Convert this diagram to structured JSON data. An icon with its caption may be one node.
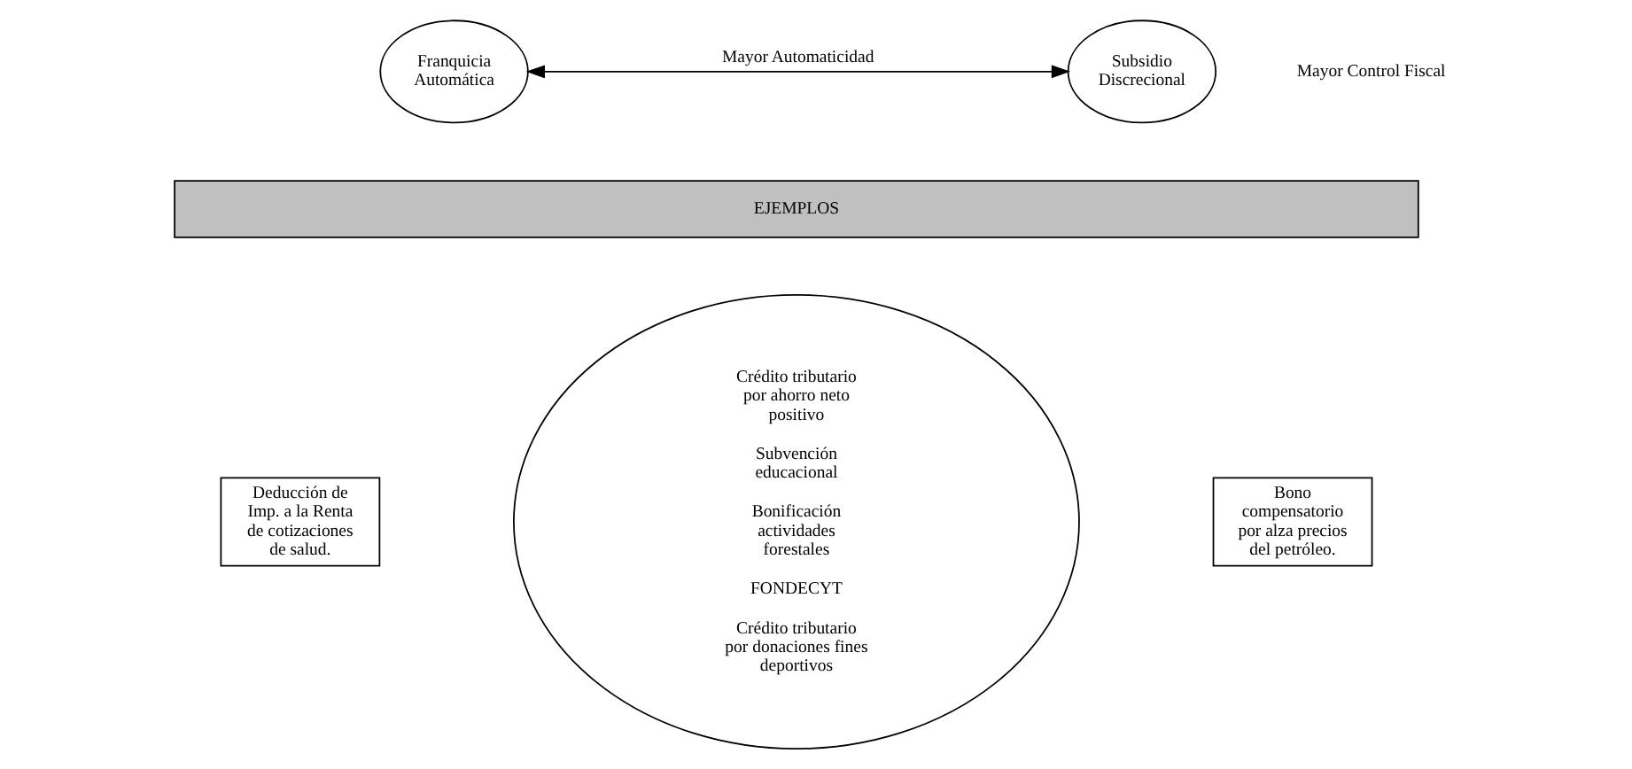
{
  "diagram": {
    "nodes": [
      {
        "text": [
          "Franquicia Automática"
        ]
      },
      {
        "text": [
          "Subsidio Discrecional"
        ]
      },
      {
        "text": [
          "EJEMPLOS"
        ]
      },
      {
        "text": [
          "Deducción de Imp. a la Renta de cotizaciones de salud."
        ]
      },
      {
        "text": [
          "Bono compensatorio por alza precios del petróleo."
        ]
      },
      {
        "text": [
          "Crédito tributario por ahorro neto positivo",
          "Subvención educacional",
          "Bonificación actividades forestales",
          "FONDECYT",
          "Crédito tributario por donaciones fines deportivos"
        ]
      }
    ],
    "edges": [
      {
        "from": 0,
        "to": 1,
        "arrow": "both",
        "label": "Mayor Automaticidad"
      }
    ],
    "labels": [
      "Mayor Control Fiscal"
    ]
  }
}
